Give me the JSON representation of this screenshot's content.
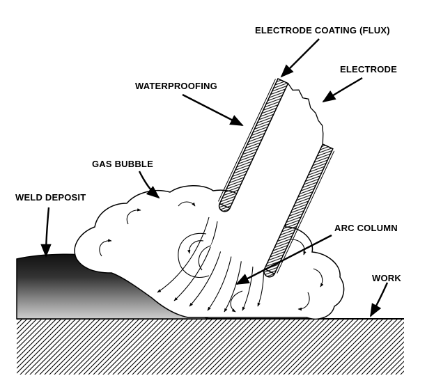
{
  "labels": {
    "coating": "ELECTRODE COATING (FLUX)",
    "electrode": "ELECTRODE",
    "waterproofing": "WATERPROOFING",
    "gas_bubble": "GAS BUBBLE",
    "weld_deposit": "WELD DEPOSIT",
    "arc_column": "ARC COLUMN",
    "work": "WORK"
  },
  "colors": {
    "ink": "#000000",
    "paper": "#ffffff"
  }
}
